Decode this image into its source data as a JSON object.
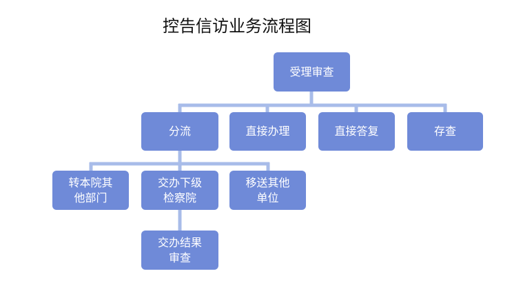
{
  "title": "控告信访业务流程图",
  "colors": {
    "node_fill": "#6f8ad8",
    "connector": "#a8bce9",
    "text": "#ffffff"
  },
  "nodes": {
    "review": "受理审查",
    "divert": "分流",
    "direct_handle": "直接办理",
    "direct_reply": "直接答复",
    "archive": "存查",
    "transfer_other_dept": "转本院其\n他部门",
    "assign_lower": "交办下级\n检察院",
    "transfer_other_unit": "移送其他\n单位",
    "review_results": "交办结果\n审查"
  }
}
